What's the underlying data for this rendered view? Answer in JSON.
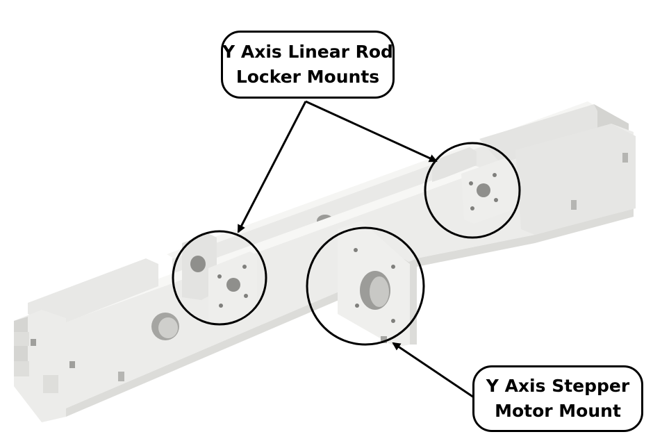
{
  "callouts": {
    "rod_mounts": {
      "line1": "Y Axis Linear Rod",
      "line2": "Locker Mounts"
    },
    "motor_mount": {
      "line1": "Y Axis Stepper",
      "line2": "Motor Mount"
    }
  },
  "colors": {
    "part_face": "#ececea",
    "part_top": "#f6f6f4",
    "part_side": "#d3d3d0",
    "part_shadow": "#b9b9b6",
    "hole": "#8f8f8c",
    "outline": "#000000"
  }
}
